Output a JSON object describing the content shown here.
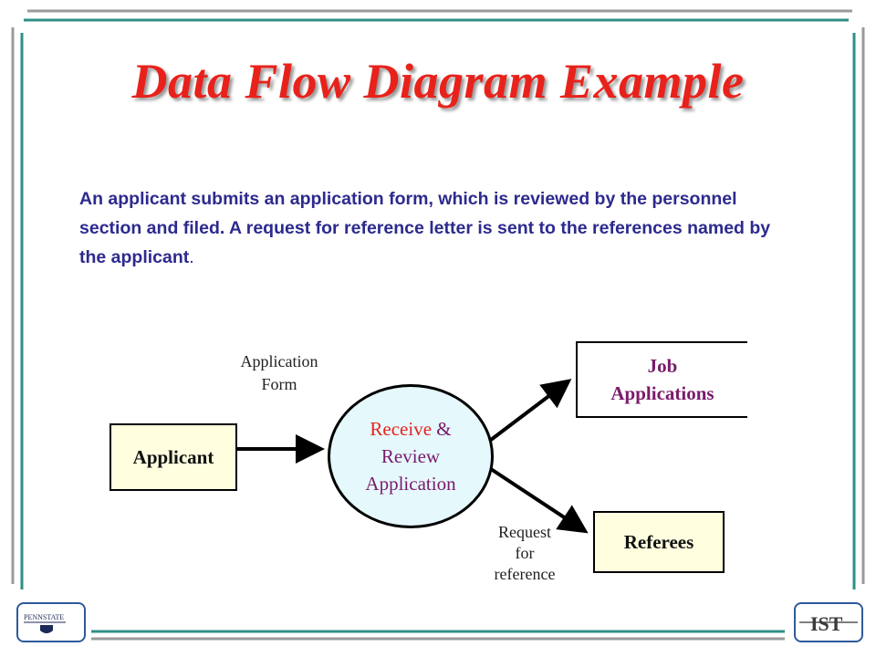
{
  "slide": {
    "title": "Data Flow Diagram Example",
    "description": "An applicant submits an application form, which is reviewed by the personnel section and filed. A request for reference letter is sent to the references named by the applicant",
    "description_end": "."
  },
  "diagram": {
    "entity_applicant": "Applicant",
    "process": {
      "line1_red": "Receive",
      "line1_rest": " &",
      "line2": "Review",
      "line3": "Application"
    },
    "store": {
      "line1": "Job",
      "line2": "Applications"
    },
    "entity_referees": "Referees",
    "flow_application_form": {
      "line1": "Application",
      "line2": "Form"
    },
    "flow_request": {
      "line1": "Request",
      "line2": "for",
      "line3": "reference"
    }
  },
  "logos": {
    "left": "PENNSTATE",
    "right": "IST"
  },
  "colors": {
    "title": "#e8221b",
    "frame_teal": "#2e8f86",
    "process_fill": "#e5f8fc",
    "entity_fill": "#ffffe0",
    "text_blue": "#2d2a8e",
    "text_purple": "#7a1a6b"
  }
}
